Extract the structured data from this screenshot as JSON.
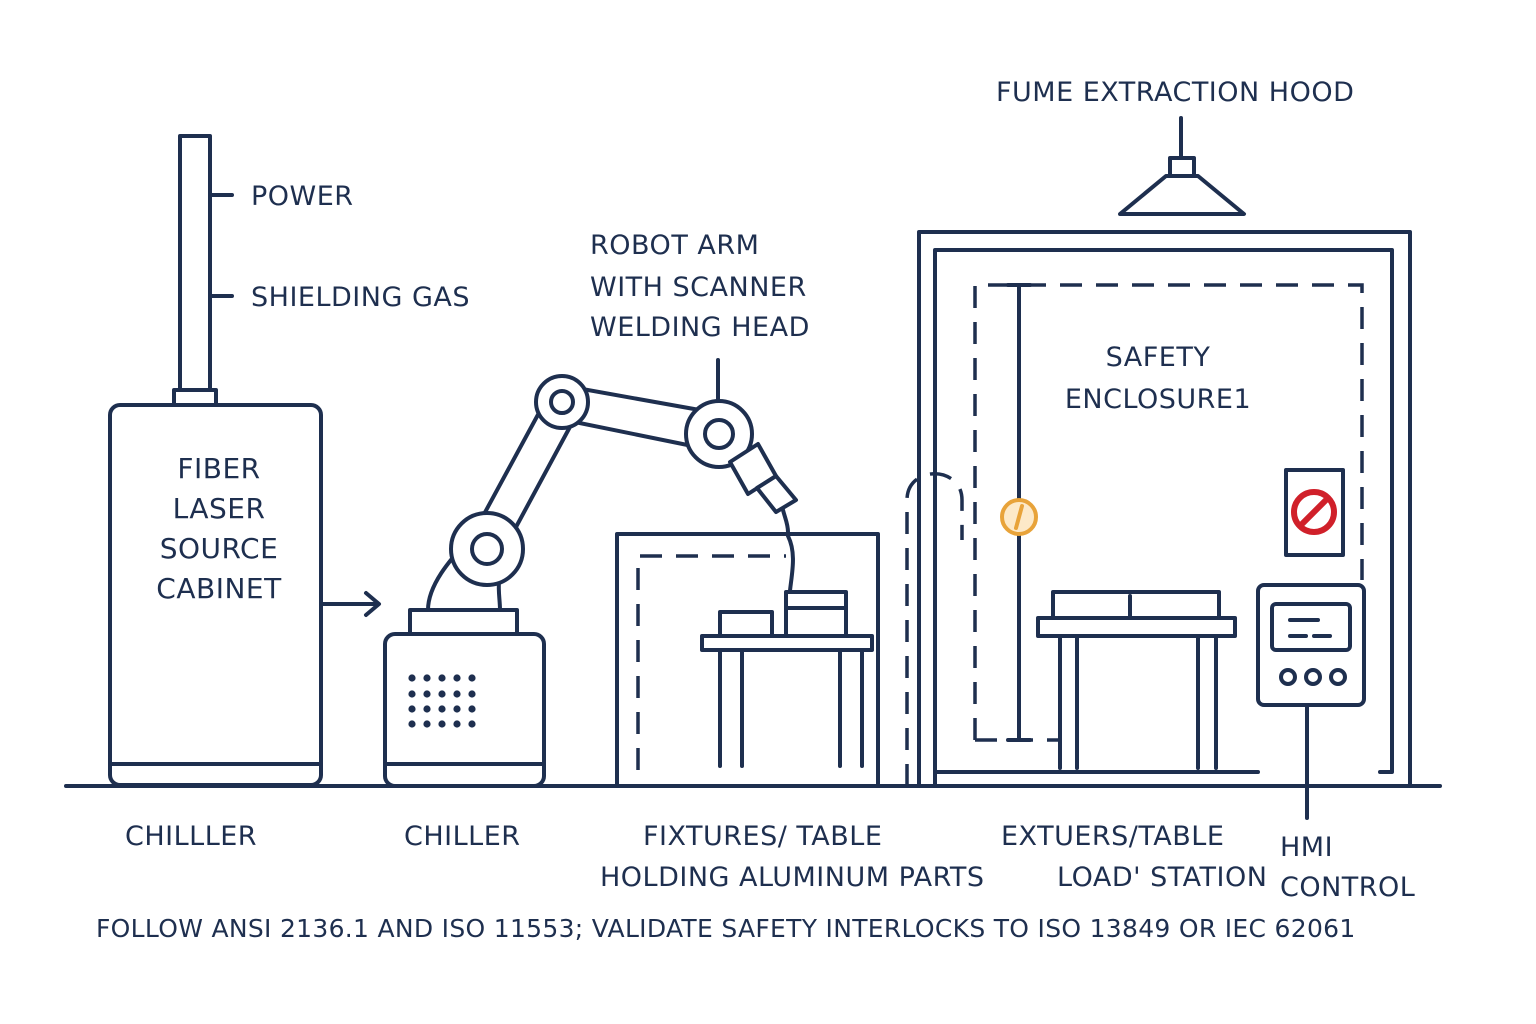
{
  "labels": {
    "power": "POWER",
    "shielding_gas": "SHIELDING GAS",
    "laser_source": [
      "FIBER",
      "LASER",
      "SOURCE",
      "CABINET"
    ],
    "robot_arm": [
      "ROBOT ARM",
      "WITH SCANNER",
      "WELDING HEAD"
    ],
    "fume_hood": "FUME EXTRACTION HOOD",
    "safety_enclosure": [
      "SAFETY",
      "ENCLOSURE1"
    ],
    "chiller_left": "CHILLLER",
    "chiller_right": "CHILLER",
    "fixtures_table": [
      "FIXTURES/ TABLE",
      "HOLDING ALUMINUM PARTS"
    ],
    "load_station": [
      "EXTUERS/TABLE",
      "LOAD' STATION"
    ],
    "hmi_control": [
      "HMI",
      "CONTROL"
    ]
  },
  "footer_note": "FOLLOW ANSI 2136.1 AND ISO 11553; VALIDATE SAFETY INTERLOCKS TO ISO 13849 OR IEC 62061",
  "colors": {
    "line": "#1e2f4f",
    "warning_red": "#d0202a",
    "indicator_amber": "#e8a33a"
  },
  "icons": {
    "prohibition_sign": "no-entry-icon",
    "indicator_light": "amber-indicator-icon"
  }
}
